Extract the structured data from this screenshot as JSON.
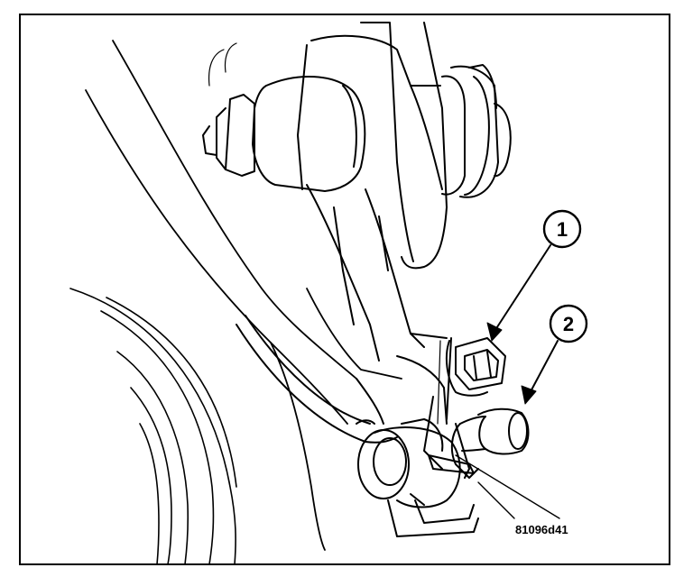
{
  "figure": {
    "code": "81096d41",
    "callouts": [
      {
        "number": "1"
      },
      {
        "number": "2"
      }
    ]
  }
}
